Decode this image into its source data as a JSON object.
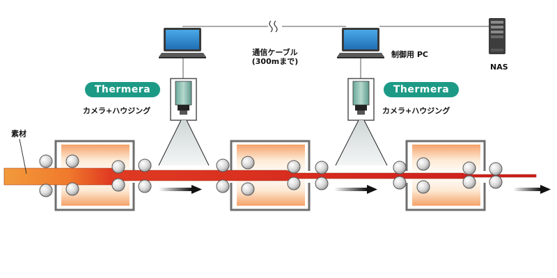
{
  "labels": {
    "cable_line1": "通信ケーブル",
    "cable_line2": "(300mまで)",
    "control_pc": "制御用 PC",
    "nas": "NAS",
    "material": "素材",
    "brand": "Thermera",
    "camera_housing": "カメラ+ハウジング"
  },
  "colors": {
    "badge": "#1d9a86",
    "furnace_border": "#6e6e6e",
    "steel_hot": "#d42020",
    "steel_cold": "#f08a2a"
  },
  "icons": [
    "laptop-icon",
    "server-icon",
    "camera-icon",
    "roller-icon",
    "arrow-right-icon"
  ]
}
